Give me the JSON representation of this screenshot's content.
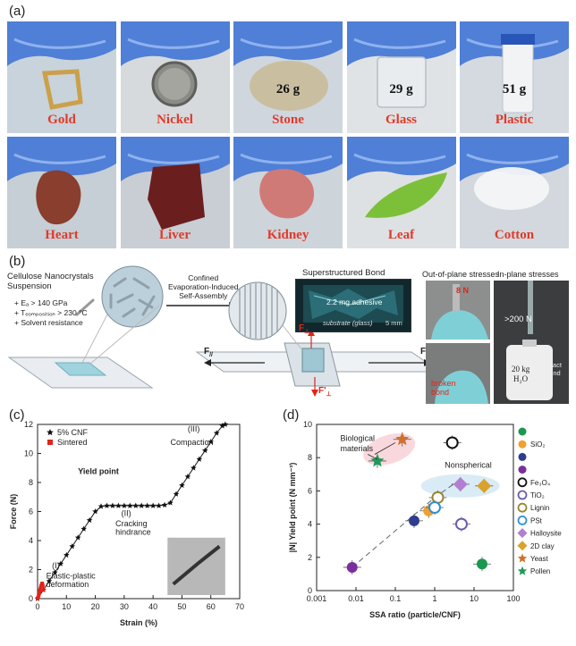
{
  "labels": {
    "a": "(a)",
    "b": "(b)",
    "c": "(c)",
    "d": "(d)"
  },
  "panel_a": {
    "tiles": [
      {
        "name": "Gold",
        "mass": "",
        "bg": "#c9d3db",
        "obj": "ring",
        "objColor": "#caa14a"
      },
      {
        "name": "Nickel",
        "mass": "",
        "bg": "#d6dadd",
        "obj": "coin",
        "objColor": "#8a8a86"
      },
      {
        "name": "Stone",
        "mass": "26 g",
        "bg": "#cfd6de",
        "obj": "stone",
        "objColor": "#c9bfa0"
      },
      {
        "name": "Glass",
        "mass": "29 g",
        "bg": "#dfe3e6",
        "obj": "glass",
        "objColor": "#e8ecee"
      },
      {
        "name": "Plastic",
        "mass": "51 g",
        "bg": "#d4dae0",
        "obj": "tube",
        "objColor": "#f1f3f5"
      },
      {
        "name": "Heart",
        "mass": "",
        "bg": "#c6ced6",
        "obj": "heart",
        "objColor": "#8a3e2e"
      },
      {
        "name": "Liver",
        "mass": "",
        "bg": "#c8ced4",
        "obj": "liver",
        "objColor": "#6b1e1e"
      },
      {
        "name": "Kidney",
        "mass": "",
        "bg": "#cdd4da",
        "obj": "kidney",
        "objColor": "#d07a78"
      },
      {
        "name": "Leaf",
        "mass": "",
        "bg": "#dde1e4",
        "obj": "leaf",
        "objColor": "#7cc03a"
      },
      {
        "name": "Cotton",
        "mass": "",
        "bg": "#d2d8de",
        "obj": "cotton",
        "objColor": "#f4f5f6"
      }
    ]
  },
  "panel_b": {
    "suspension_title": "Cellulose Nanocrystals\nSuspension",
    "properties": [
      "+ Eₐ > 140 GPa",
      "+ Tₑₒₘₚₒₛᵢₜᵢₒₙ > 230 °C",
      "+ Solvent resistance"
    ],
    "process": "Confined\nEvaporation-Induced\nSelf-Assembly",
    "bond_title": "Superstructured  Bond",
    "adhesive": "2.2 mg adhesive",
    "substrate": "substrate (glass)",
    "scale": "5 mm",
    "f_left": "F",
    "f_left_sub": "//",
    "f_right": "F'",
    "f_right_sub": "//",
    "f_up": "F",
    "f_up_sub": "⊥",
    "f_down": "F'",
    "f_down_sub": "⊥",
    "oop_title": "Out-of-plane stresses",
    "ip_title": "In-plane stresses",
    "oop_force": "8 N",
    "broken": "broken\nbond",
    "ip_force": ">200 N",
    "weight": "20 kg\nH₂O",
    "intact": "intact\nbond"
  },
  "chart_data": [
    {
      "type": "line",
      "title": "",
      "xlabel": "Strain (%)",
      "ylabel": "Force (N)",
      "xlim": [
        0,
        70
      ],
      "ylim": [
        0,
        12
      ],
      "xticks": [
        0,
        10,
        20,
        30,
        40,
        50,
        60,
        70
      ],
      "yticks": [
        0,
        2,
        4,
        6,
        8,
        10,
        12
      ],
      "legend": [
        {
          "name": "5% CNF",
          "marker": "star",
          "color": "#111111"
        },
        {
          "name": "Sintered",
          "marker": "square",
          "color": "#e2231a"
        }
      ],
      "legend_position": "top-left",
      "series": [
        {
          "name": "5% CNF",
          "x": [
            0,
            2,
            4,
            6,
            8,
            10,
            12,
            14,
            16,
            18,
            20,
            22,
            24,
            26,
            28,
            30,
            32,
            34,
            36,
            38,
            40,
            42,
            44,
            46,
            48,
            50,
            52,
            54,
            56,
            58,
            60,
            62,
            64,
            65
          ],
          "y": [
            0,
            0.6,
            1.2,
            1.8,
            2.4,
            3.0,
            3.6,
            4.2,
            4.8,
            5.4,
            6.0,
            6.35,
            6.4,
            6.4,
            6.4,
            6.4,
            6.4,
            6.4,
            6.4,
            6.4,
            6.4,
            6.4,
            6.45,
            6.6,
            7.2,
            7.8,
            8.4,
            9.0,
            9.6,
            10.2,
            10.8,
            11.4,
            11.9,
            12.0
          ]
        },
        {
          "name": "Sintered",
          "x": [
            0,
            0.2,
            0.4,
            0.6,
            0.8,
            1.0,
            1.2,
            1.4,
            1.6,
            1.8,
            2.0
          ],
          "y": [
            0,
            0.1,
            0.25,
            0.4,
            0.55,
            0.7,
            0.85,
            0.95,
            1.05,
            0.9,
            0.6
          ]
        }
      ],
      "annotations": [
        {
          "text": "(III)",
          "x": 52,
          "y": 11.5
        },
        {
          "text": "Compaction",
          "x": 46,
          "y": 10.6
        },
        {
          "text": "Yield point",
          "x": 14,
          "y": 8.6
        },
        {
          "text": "(II)",
          "x": 29,
          "y": 5.7
        },
        {
          "text": "Cracking",
          "x": 27,
          "y": 5.0
        },
        {
          "text": "hindrance",
          "x": 27,
          "y": 4.4
        },
        {
          "text": "(I)",
          "x": 5,
          "y": 2.1
        },
        {
          "text": "Elastic-plastic",
          "x": 3,
          "y": 1.4
        },
        {
          "text": "deformation",
          "x": 3,
          "y": 0.8
        }
      ]
    },
    {
      "type": "scatter",
      "title": "",
      "xlabel": "SSA ratio (particle/CNF)",
      "ylabel": "|N| Yield point (N mm⁻³)",
      "xscale": "log",
      "xlim": [
        0.001,
        100
      ],
      "ylim": [
        0,
        10
      ],
      "xticks": [
        "0.001",
        "0.01",
        "0.1",
        "1",
        "10",
        "100"
      ],
      "yticks": [
        0,
        2,
        4,
        6,
        8,
        10
      ],
      "annotations": [
        {
          "text": "Biological",
          "x": 0.004,
          "y": 9.0
        },
        {
          "text": "materials",
          "x": 0.004,
          "y": 8.4
        },
        {
          "text": "Nonspherical",
          "x": 1.8,
          "y": 7.4
        }
      ],
      "series": [
        {
          "name": "",
          "color": "#1a9850",
          "marker": "circle",
          "fill": true,
          "x": [
            16
          ],
          "y": [
            1.6
          ]
        },
        {
          "name": "SiO₂",
          "color": "#f0a030",
          "marker": "circle",
          "fill": true,
          "x": [
            0.7
          ],
          "y": [
            4.8
          ]
        },
        {
          "name": "",
          "color": "#2e3d8f",
          "marker": "circle",
          "fill": true,
          "x": [
            0.3
          ],
          "y": [
            4.2
          ]
        },
        {
          "name": "",
          "color": "#7b2f9e",
          "marker": "circle",
          "fill": true,
          "x": [
            0.008
          ],
          "y": [
            1.4
          ]
        },
        {
          "name": "Fe₃O₄",
          "color": "#111111",
          "marker": "circle",
          "fill": false,
          "x": [
            2.8
          ],
          "y": [
            8.9
          ]
        },
        {
          "name": "TiO₂",
          "color": "#6a5fb0",
          "marker": "circle",
          "fill": false,
          "x": [
            4.8
          ],
          "y": [
            4.0
          ]
        },
        {
          "name": "Lignin",
          "color": "#9a8430",
          "marker": "circle",
          "fill": false,
          "x": [
            1.2
          ],
          "y": [
            5.6
          ]
        },
        {
          "name": "PSt",
          "color": "#2f8fd6",
          "marker": "circle",
          "fill": false,
          "x": [
            1.0
          ],
          "y": [
            5.0
          ]
        },
        {
          "name": "Halloysite",
          "color": "#b27ed0",
          "marker": "diamond",
          "fill": true,
          "x": [
            4.5
          ],
          "y": [
            6.4
          ]
        },
        {
          "name": "2D clay",
          "color": "#d9a22b",
          "marker": "diamond",
          "fill": true,
          "x": [
            18
          ],
          "y": [
            6.3
          ]
        },
        {
          "name": "Yeast",
          "color": "#d0702e",
          "marker": "star",
          "fill": true,
          "x": [
            0.15
          ],
          "y": [
            9.1
          ]
        },
        {
          "name": "Pollen",
          "color": "#1f9a5a",
          "marker": "star",
          "fill": true,
          "x": [
            0.035
          ],
          "y": [
            7.8
          ]
        }
      ]
    }
  ]
}
